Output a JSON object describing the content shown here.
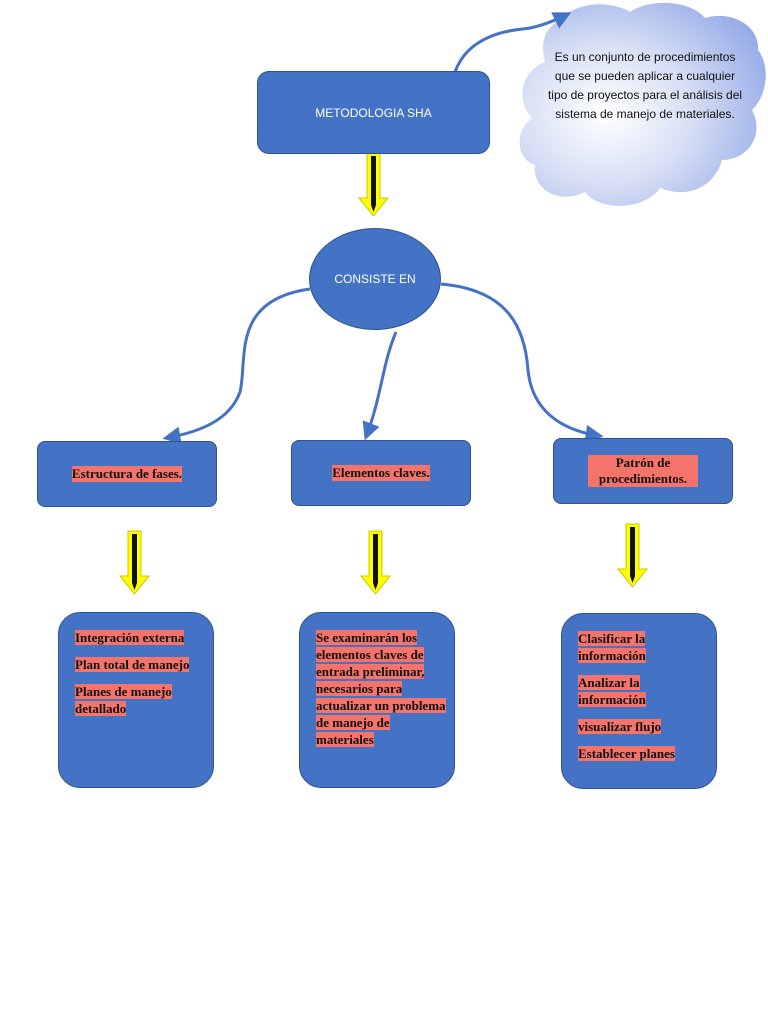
{
  "title": "METODOLOGIA SHA",
  "center": "CONSISTE EN",
  "cloud_text": "Es un conjunto de procedimientos que se pueden aplicar a cualquier tipo de proyectos para el análisis del sistema de manejo de materiales.",
  "categories": [
    {
      "label": "Estructura de fases.",
      "items": [
        "Integración externa",
        "Plan total de manejo",
        "Planes de manejo detallado"
      ]
    },
    {
      "label": "Elementos claves.",
      "items": [
        "Se examinarán los elementos claves de entrada preliminar, necesarios para actualizar un problema de manejo de materiales"
      ]
    },
    {
      "label": "Patrón de procedimientos.",
      "items": [
        "Clasificar la información",
        "Analizar la información",
        "visualizar flujo",
        "Establecer planes"
      ]
    }
  ],
  "colors": {
    "box_fill": "#4472c4",
    "box_border": "#2f528f",
    "text_highlight": "#f4736a",
    "arrow_fill": "#ffff00",
    "connector": "#4472c4"
  }
}
